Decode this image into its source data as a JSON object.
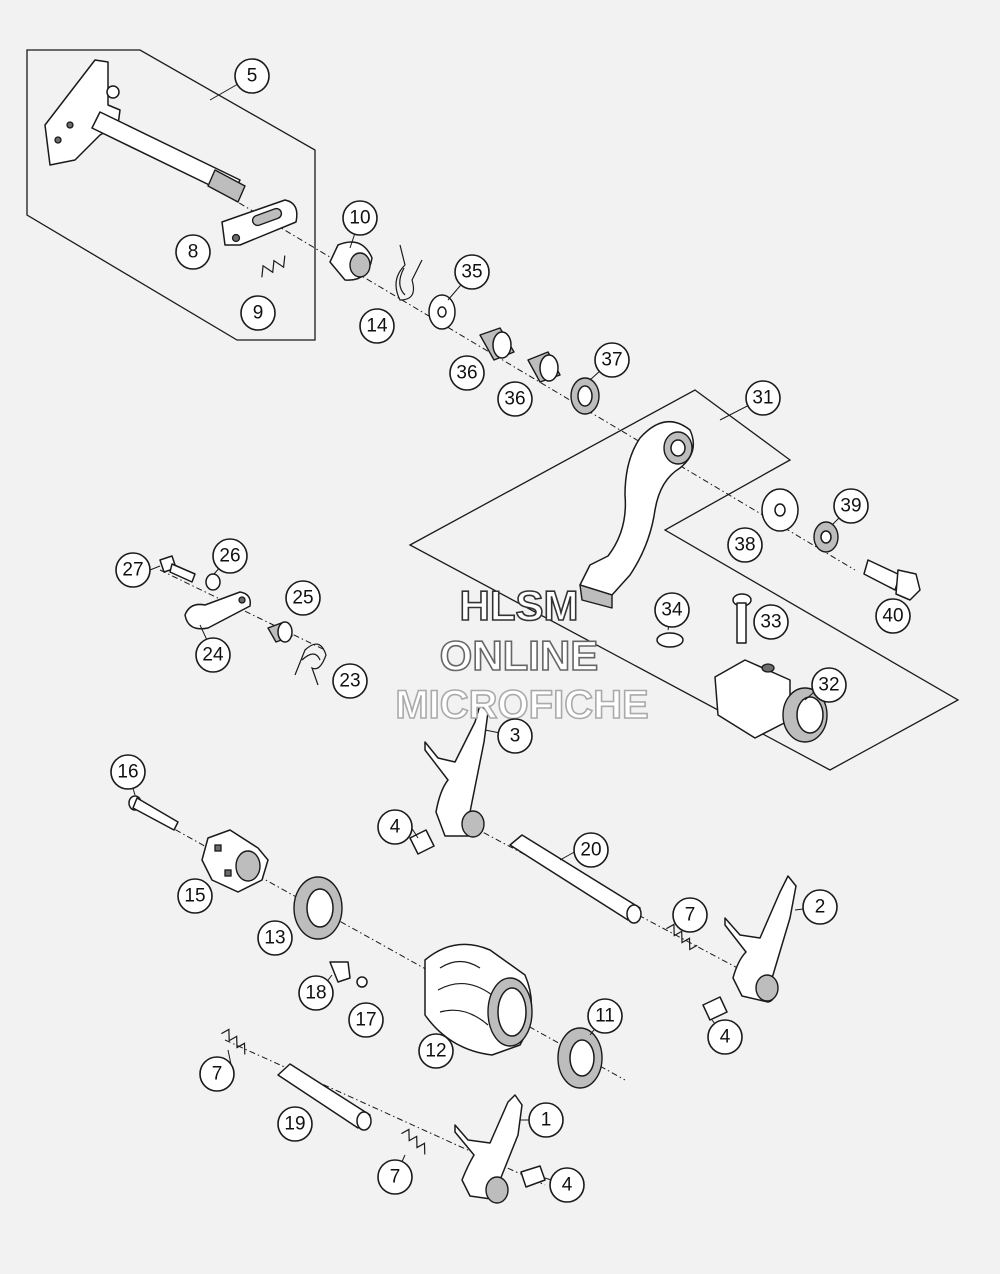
{
  "watermark": {
    "line1": "HLSM",
    "line2": "ONLINE",
    "line3": "MICROFICHE"
  },
  "callouts": [
    {
      "label": "1"
    },
    {
      "label": "2"
    },
    {
      "label": "3"
    },
    {
      "label": "4"
    },
    {
      "label": "4"
    },
    {
      "label": "4"
    },
    {
      "label": "5"
    },
    {
      "label": "7"
    },
    {
      "label": "7"
    },
    {
      "label": "7"
    },
    {
      "label": "8"
    },
    {
      "label": "9"
    },
    {
      "label": "10"
    },
    {
      "label": "11"
    },
    {
      "label": "12"
    },
    {
      "label": "13"
    },
    {
      "label": "14"
    },
    {
      "label": "15"
    },
    {
      "label": "16"
    },
    {
      "label": "17"
    },
    {
      "label": "18"
    },
    {
      "label": "19"
    },
    {
      "label": "20"
    },
    {
      "label": "23"
    },
    {
      "label": "24"
    },
    {
      "label": "25"
    },
    {
      "label": "26"
    },
    {
      "label": "27"
    },
    {
      "label": "31"
    },
    {
      "label": "32"
    },
    {
      "label": "33"
    },
    {
      "label": "34"
    },
    {
      "label": "35"
    },
    {
      "label": "36"
    },
    {
      "label": "36"
    },
    {
      "label": "37"
    },
    {
      "label": "38"
    },
    {
      "label": "39"
    },
    {
      "label": "40"
    }
  ]
}
